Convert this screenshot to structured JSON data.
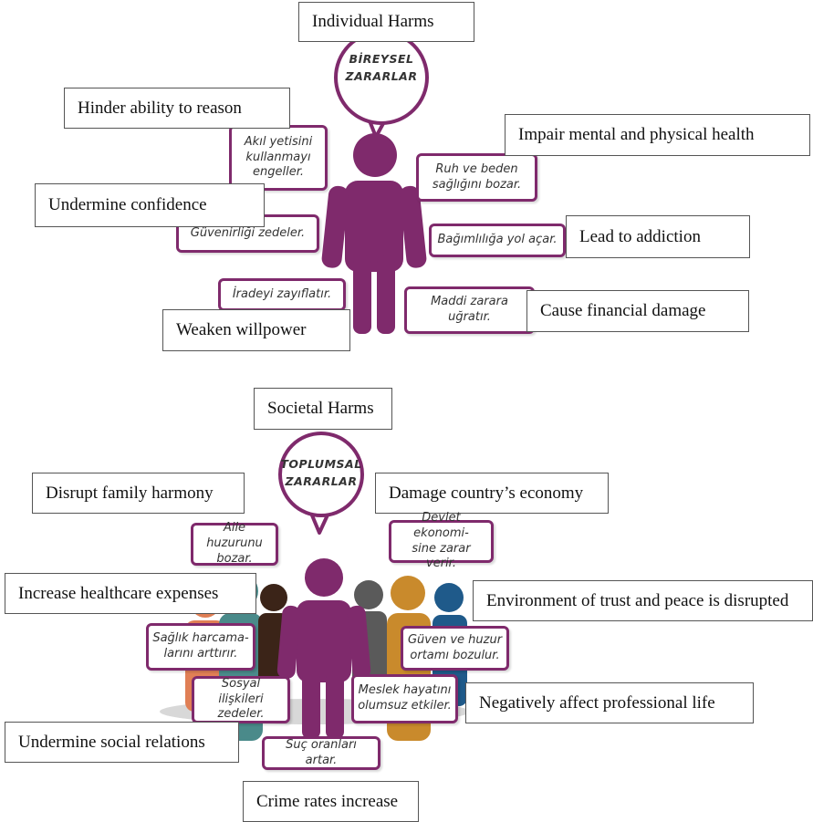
{
  "colors": {
    "accent": "#7f2a6c",
    "teal": "#4a8a8a",
    "brown": "#3b2418",
    "gray": "#5a5a5a",
    "orange": "#c98a2c",
    "blue": "#1f5a8a",
    "salmon": "#e07f55"
  },
  "individual": {
    "title": "Individual Harms",
    "bubble": [
      "BİREYSEL",
      "ZARARLAR"
    ],
    "en": {
      "reason": "Hinder ability to reason",
      "confidence": "Undermine confidence",
      "willpower": "Weaken willpower",
      "health": "Impair mental and physical health",
      "addiction": "Lead to addiction",
      "financial": "Cause financial damage"
    },
    "tr": {
      "reason": [
        "Akıl yetisini",
        "kullanmayı",
        "engeller."
      ],
      "confidence": [
        "Güvenirliği zedeler."
      ],
      "willpower": [
        "İradeyi zayıflatır."
      ],
      "health": [
        "Ruh ve beden",
        "sağlığını bozar."
      ],
      "addiction": [
        "Bağımlılığa yol açar."
      ],
      "financial": [
        "Maddi zarara",
        "uğratır."
      ]
    }
  },
  "societal": {
    "title": "Societal Harms",
    "bubble": [
      "TOPLUMSAL",
      "ZARARLAR"
    ],
    "en": {
      "family": "Disrupt family harmony",
      "economy": "Damage country’s economy",
      "healthcare": "Increase healthcare expenses",
      "trust": "Environment of trust and peace is disrupted",
      "professional": "Negatively affect professional life",
      "social": "Undermine social relations",
      "crime": "Crime rates increase"
    },
    "tr": {
      "family": [
        "Aile huzurunu",
        "bozar."
      ],
      "economy": [
        "Devlet ekonomi-",
        "sine zarar verir."
      ],
      "healthcare": [
        "Sağlık harcama-",
        "larını arttırır."
      ],
      "trust": [
        "Güven ve huzur",
        "ortamı bozulur."
      ],
      "professional": [
        "Meslek hayatını",
        "olumsuz etkiler."
      ],
      "social": [
        "Sosyal ilişkileri",
        "zedeler."
      ],
      "crime": [
        "Suç oranları artar."
      ]
    }
  }
}
